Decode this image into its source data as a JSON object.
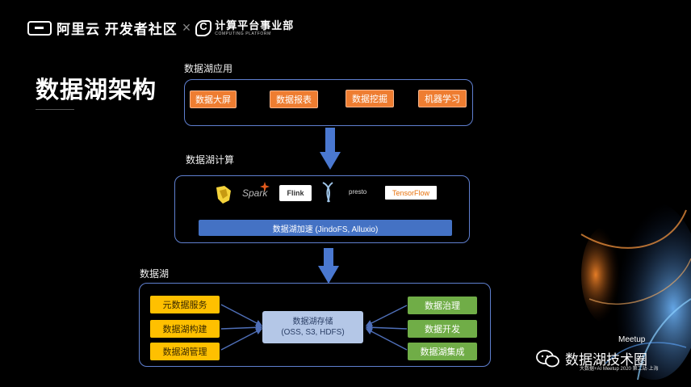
{
  "header": {
    "aliyun_text": "阿里云 开发者社区",
    "separator": "×",
    "computing_platform_cn": "计算平台事业部",
    "computing_platform_en": "COMPUTING PLATFORM"
  },
  "title": "数据湖架构",
  "application": {
    "label": "数据湖应用",
    "items": [
      "数据大屏",
      "数据报表",
      "数据挖掘",
      "机器学习"
    ]
  },
  "compute": {
    "label": "数据湖计算",
    "engines": [
      "Spark",
      "Flink",
      "presto",
      "TensorFlow"
    ],
    "acceleration": "数据湖加速 (JindoFS, Alluxio)"
  },
  "lake": {
    "label": "数据湖",
    "left_items": [
      "元数据服务",
      "数据湖构建",
      "数据湖管理"
    ],
    "storage_line1": "数据湖存储",
    "storage_line2": "(OSS, S3, HDFS)",
    "right_items": [
      "数据治理",
      "数据开发",
      "数据湖集成"
    ]
  },
  "watermark": {
    "text": "数据湖技术圈",
    "meetup": "Meetup",
    "meetup_sub": "大数据+AI Meetup 2020 第二站·上海"
  },
  "colors": {
    "panel_border": "#5f7fcf",
    "orange": "#ee7d31",
    "yellow": "#ffc000",
    "green": "#70ad47",
    "blue": "#4472c4",
    "storage": "#b4c7e7"
  }
}
